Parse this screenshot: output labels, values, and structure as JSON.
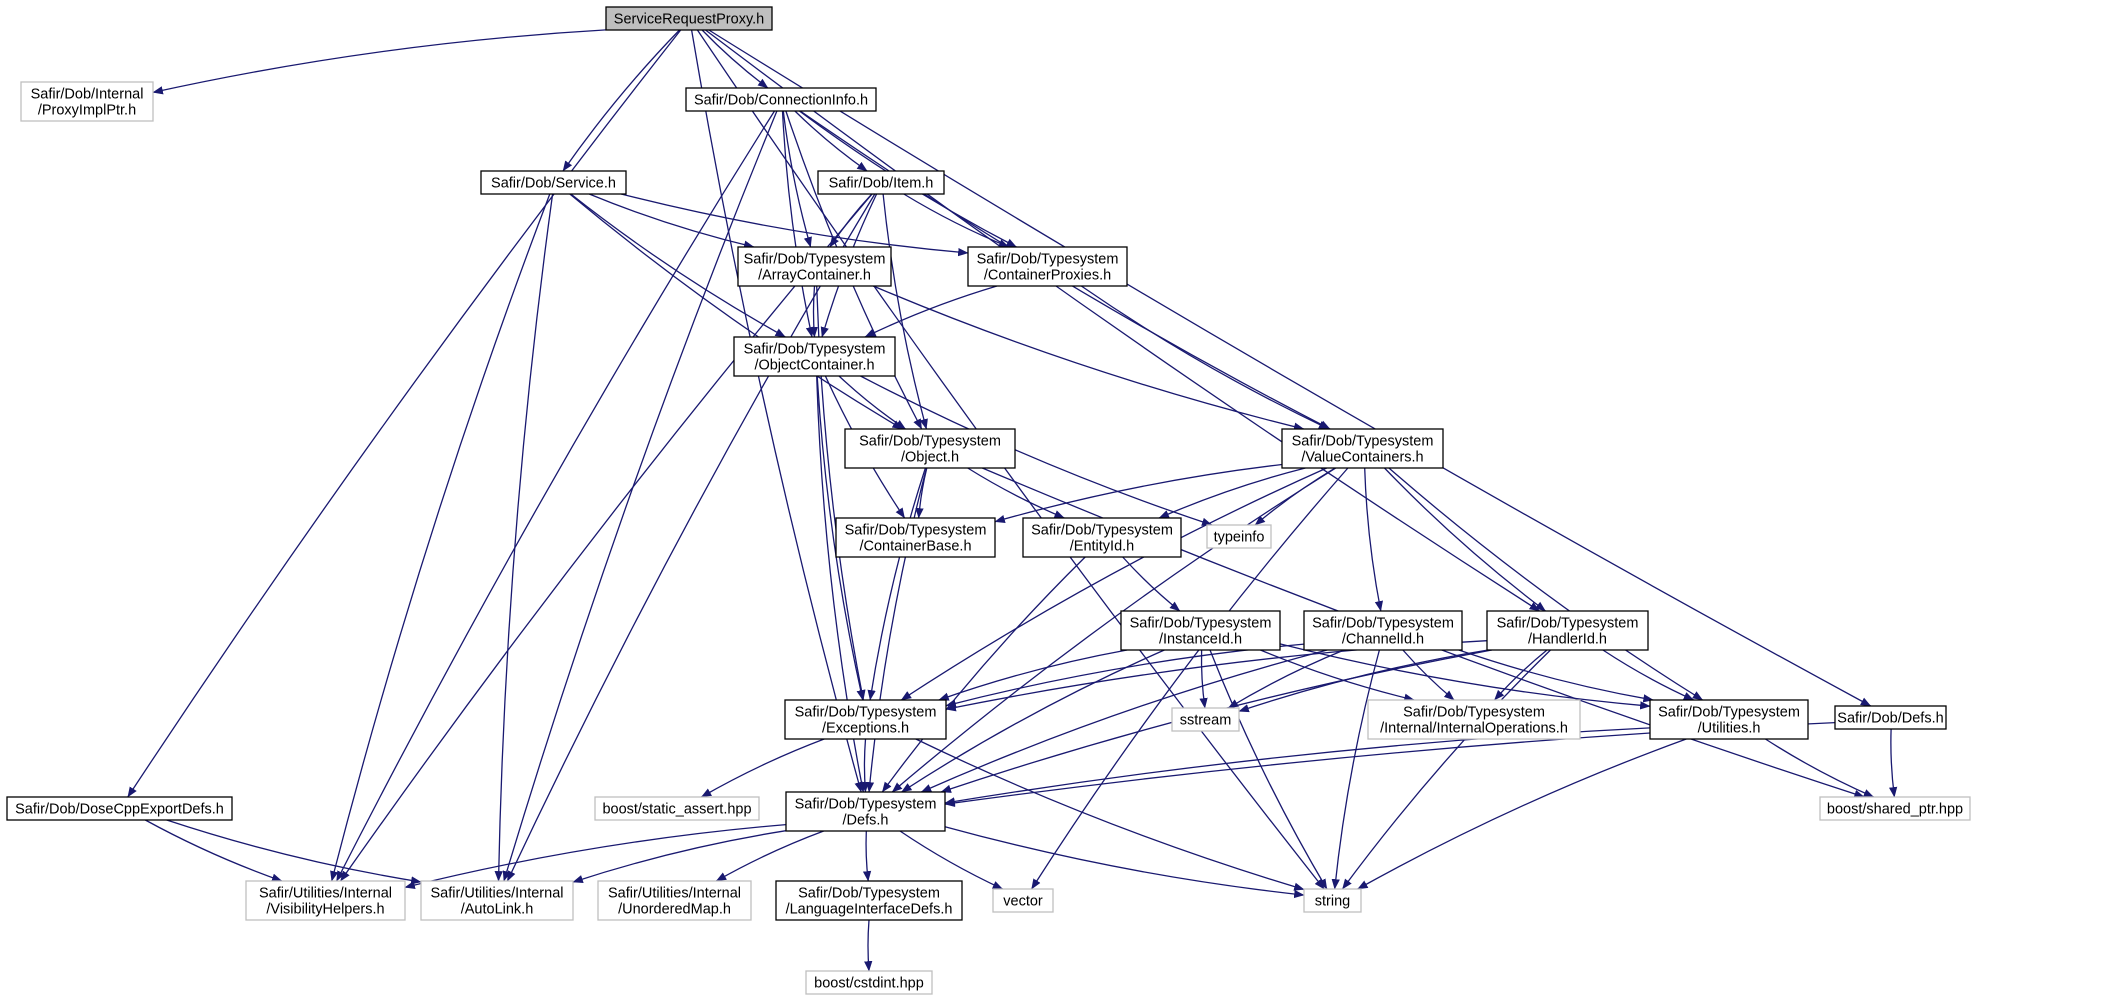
{
  "colors": {
    "edge": "#191970",
    "root_fill": "#bfbfbf",
    "normal_border": "#000000",
    "external_border": "#bfbfbf",
    "external_text": "#404040"
  },
  "nodes": [
    {
      "id": "root",
      "lines": [
        "ServiceRequestProxy.h"
      ],
      "kind": "root"
    },
    {
      "id": "proxyimpl",
      "lines": [
        "Safir/Dob/Internal",
        "/ProxyImplPtr.h"
      ],
      "kind": "external"
    },
    {
      "id": "conninfo",
      "lines": [
        "Safir/Dob/ConnectionInfo.h"
      ],
      "kind": "normal"
    },
    {
      "id": "service",
      "lines": [
        "Safir/Dob/Service.h"
      ],
      "kind": "normal"
    },
    {
      "id": "item",
      "lines": [
        "Safir/Dob/Item.h"
      ],
      "kind": "normal"
    },
    {
      "id": "arraycont",
      "lines": [
        "Safir/Dob/Typesystem",
        "/ArrayContainer.h"
      ],
      "kind": "normal"
    },
    {
      "id": "contproxies",
      "lines": [
        "Safir/Dob/Typesystem",
        "/ContainerProxies.h"
      ],
      "kind": "normal"
    },
    {
      "id": "objcont",
      "lines": [
        "Safir/Dob/Typesystem",
        "/ObjectContainer.h"
      ],
      "kind": "normal"
    },
    {
      "id": "object",
      "lines": [
        "Safir/Dob/Typesystem",
        "/Object.h"
      ],
      "kind": "normal"
    },
    {
      "id": "valuecont",
      "lines": [
        "Safir/Dob/Typesystem",
        "/ValueContainers.h"
      ],
      "kind": "normal"
    },
    {
      "id": "contbase",
      "lines": [
        "Safir/Dob/Typesystem",
        "/ContainerBase.h"
      ],
      "kind": "normal"
    },
    {
      "id": "entityid",
      "lines": [
        "Safir/Dob/Typesystem",
        "/EntityId.h"
      ],
      "kind": "normal"
    },
    {
      "id": "typeinfo",
      "lines": [
        "typeinfo"
      ],
      "kind": "external"
    },
    {
      "id": "instanceid",
      "lines": [
        "Safir/Dob/Typesystem",
        "/InstanceId.h"
      ],
      "kind": "normal"
    },
    {
      "id": "channelid",
      "lines": [
        "Safir/Dob/Typesystem",
        "/ChannelId.h"
      ],
      "kind": "normal"
    },
    {
      "id": "handlerid",
      "lines": [
        "Safir/Dob/Typesystem",
        "/HandlerId.h"
      ],
      "kind": "normal"
    },
    {
      "id": "exceptions",
      "lines": [
        "Safir/Dob/Typesystem",
        "/Exceptions.h"
      ],
      "kind": "normal"
    },
    {
      "id": "sstream",
      "lines": [
        "sstream"
      ],
      "kind": "external"
    },
    {
      "id": "internalops",
      "lines": [
        "Safir/Dob/Typesystem",
        "/Internal/InternalOperations.h"
      ],
      "kind": "external"
    },
    {
      "id": "utilities",
      "lines": [
        "Safir/Dob/Typesystem",
        "/Utilities.h"
      ],
      "kind": "normal"
    },
    {
      "id": "dobdefs",
      "lines": [
        "Safir/Dob/Defs.h"
      ],
      "kind": "normal"
    },
    {
      "id": "dosecpp",
      "lines": [
        "Safir/Dob/DoseCppExportDefs.h"
      ],
      "kind": "normal"
    },
    {
      "id": "staticassert",
      "lines": [
        "boost/static_assert.hpp"
      ],
      "kind": "external"
    },
    {
      "id": "tsdefs",
      "lines": [
        "Safir/Dob/Typesystem",
        "/Defs.h"
      ],
      "kind": "normal"
    },
    {
      "id": "sharedptr",
      "lines": [
        "boost/shared_ptr.hpp"
      ],
      "kind": "external"
    },
    {
      "id": "visibility",
      "lines": [
        "Safir/Utilities/Internal",
        "/VisibilityHelpers.h"
      ],
      "kind": "external"
    },
    {
      "id": "autolink",
      "lines": [
        "Safir/Utilities/Internal",
        "/AutoLink.h"
      ],
      "kind": "external"
    },
    {
      "id": "unorderedmap",
      "lines": [
        "Safir/Utilities/Internal",
        "/UnorderedMap.h"
      ],
      "kind": "external"
    },
    {
      "id": "langiface",
      "lines": [
        "Safir/Dob/Typesystem",
        "/LanguageInterfaceDefs.h"
      ],
      "kind": "normal"
    },
    {
      "id": "vector",
      "lines": [
        "vector"
      ],
      "kind": "external"
    },
    {
      "id": "string",
      "lines": [
        "string"
      ],
      "kind": "external"
    },
    {
      "id": "cstdint",
      "lines": [
        "boost/cstdint.hpp"
      ],
      "kind": "external"
    }
  ],
  "edges": [
    [
      "root",
      "proxyimpl"
    ],
    [
      "root",
      "conninfo"
    ],
    [
      "root",
      "service"
    ],
    [
      "root",
      "dosecpp"
    ],
    [
      "root",
      "tsdefs"
    ],
    [
      "root",
      "handlerid"
    ],
    [
      "root",
      "dobdefs"
    ],
    [
      "root",
      "string"
    ],
    [
      "conninfo",
      "item"
    ],
    [
      "conninfo",
      "arraycont"
    ],
    [
      "conninfo",
      "contproxies"
    ],
    [
      "conninfo",
      "objcont"
    ],
    [
      "conninfo",
      "valuecont"
    ],
    [
      "conninfo",
      "object"
    ],
    [
      "conninfo",
      "visibility"
    ],
    [
      "conninfo",
      "autolink"
    ],
    [
      "service",
      "arraycont"
    ],
    [
      "service",
      "contproxies"
    ],
    [
      "service",
      "objcont"
    ],
    [
      "service",
      "object"
    ],
    [
      "service",
      "visibility"
    ],
    [
      "service",
      "autolink"
    ],
    [
      "item",
      "arraycont"
    ],
    [
      "item",
      "contproxies"
    ],
    [
      "item",
      "objcont"
    ],
    [
      "item",
      "object"
    ],
    [
      "item",
      "visibility"
    ],
    [
      "item",
      "autolink"
    ],
    [
      "arraycont",
      "objcont"
    ],
    [
      "arraycont",
      "valuecont"
    ],
    [
      "arraycont",
      "exceptions"
    ],
    [
      "contproxies",
      "objcont"
    ],
    [
      "contproxies",
      "valuecont"
    ],
    [
      "objcont",
      "object"
    ],
    [
      "objcont",
      "contbase"
    ],
    [
      "objcont",
      "exceptions"
    ],
    [
      "objcont",
      "tsdefs"
    ],
    [
      "objcont",
      "typeinfo"
    ],
    [
      "object",
      "contbase"
    ],
    [
      "object",
      "entityid"
    ],
    [
      "object",
      "exceptions"
    ],
    [
      "object",
      "tsdefs"
    ],
    [
      "object",
      "sharedptr"
    ],
    [
      "valuecont",
      "contbase"
    ],
    [
      "valuecont",
      "entityid"
    ],
    [
      "valuecont",
      "typeinfo"
    ],
    [
      "valuecont",
      "channelid"
    ],
    [
      "valuecont",
      "handlerid"
    ],
    [
      "valuecont",
      "exceptions"
    ],
    [
      "valuecont",
      "tsdefs"
    ],
    [
      "valuecont",
      "utilities"
    ],
    [
      "valuecont",
      "vector"
    ],
    [
      "entityid",
      "instanceid"
    ],
    [
      "entityid",
      "tsdefs"
    ],
    [
      "instanceid",
      "exceptions"
    ],
    [
      "instanceid",
      "sstream"
    ],
    [
      "instanceid",
      "internalops"
    ],
    [
      "instanceid",
      "utilities"
    ],
    [
      "instanceid",
      "tsdefs"
    ],
    [
      "instanceid",
      "string"
    ],
    [
      "channelid",
      "exceptions"
    ],
    [
      "channelid",
      "sstream"
    ],
    [
      "channelid",
      "internalops"
    ],
    [
      "channelid",
      "utilities"
    ],
    [
      "channelid",
      "tsdefs"
    ],
    [
      "channelid",
      "string"
    ],
    [
      "handlerid",
      "exceptions"
    ],
    [
      "handlerid",
      "sstream"
    ],
    [
      "handlerid",
      "internalops"
    ],
    [
      "handlerid",
      "utilities"
    ],
    [
      "handlerid",
      "tsdefs"
    ],
    [
      "handlerid",
      "string"
    ],
    [
      "exceptions",
      "staticassert"
    ],
    [
      "exceptions",
      "tsdefs"
    ],
    [
      "exceptions",
      "string"
    ],
    [
      "utilities",
      "tsdefs"
    ],
    [
      "utilities",
      "sharedptr"
    ],
    [
      "utilities",
      "string"
    ],
    [
      "dobdefs",
      "tsdefs"
    ],
    [
      "dobdefs",
      "sharedptr"
    ],
    [
      "dosecpp",
      "visibility"
    ],
    [
      "dosecpp",
      "autolink"
    ],
    [
      "tsdefs",
      "visibility"
    ],
    [
      "tsdefs",
      "autolink"
    ],
    [
      "tsdefs",
      "unorderedmap"
    ],
    [
      "tsdefs",
      "langiface"
    ],
    [
      "tsdefs",
      "vector"
    ],
    [
      "tsdefs",
      "string"
    ],
    [
      "langiface",
      "cstdint"
    ]
  ]
}
